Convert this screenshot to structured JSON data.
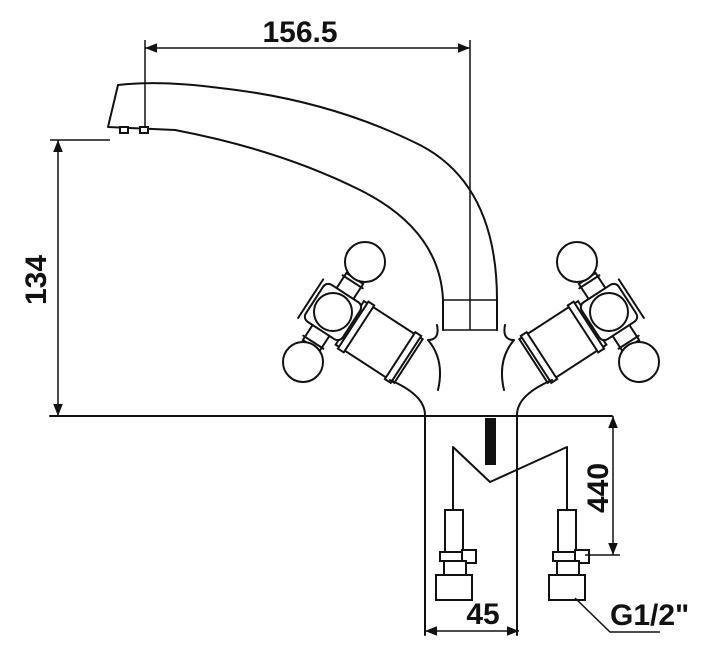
{
  "dimensions": {
    "spout_reach": "156.5",
    "spout_height": "134",
    "hose_length": "440",
    "pipe_spacing": "45",
    "thread_size": "G1/2\""
  },
  "colors": {
    "line": "#111111",
    "background": "#ffffff"
  }
}
